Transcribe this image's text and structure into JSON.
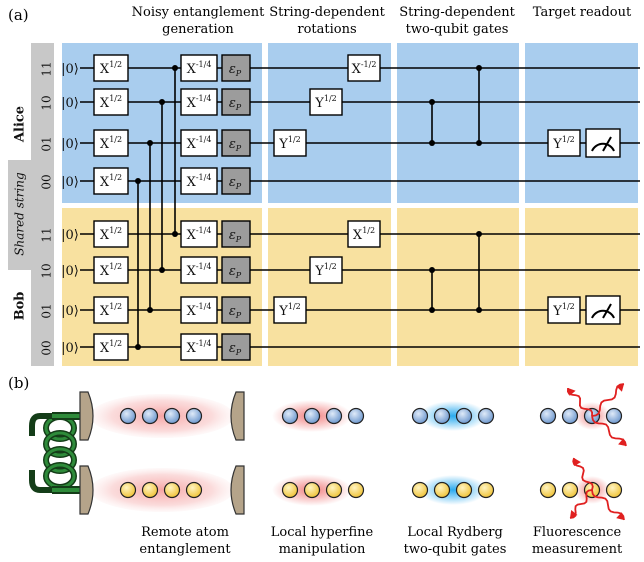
{
  "panel_a": {
    "label": "(a)",
    "stages": [
      {
        "title_line1": "Noisy entanglement",
        "title_line2": "generation"
      },
      {
        "title_line1": "String-dependent",
        "title_line2": "rotations"
      },
      {
        "title_line1": "String-dependent",
        "title_line2": "two-qubit gates"
      },
      {
        "title_line1": "Target readout",
        "title_line2": ""
      }
    ],
    "parties": {
      "alice": "Alice",
      "bob": "Bob",
      "shared": "Shared string"
    },
    "string_labels": [
      "11",
      "10",
      "01",
      "00"
    ],
    "gate_labels": {
      "ket0": "|0⟩",
      "x": "X",
      "y": "Y",
      "half": "1/2",
      "minus_quarter": "-1/4",
      "minus_half": "-1/2",
      "noise": "ε",
      "noise_sub": "P"
    },
    "colors": {
      "alice_bg": "#a9cdee",
      "bob_bg": "#f8e1a0",
      "label_bar": "#c8c8c8",
      "noise_gate": "#9c9c9c"
    }
  },
  "panel_b": {
    "label": "(b)",
    "captions": [
      {
        "line1": "Remote atom",
        "line2": "entanglement"
      },
      {
        "line1": "Local hyperfine",
        "line2": "manipulation"
      },
      {
        "line1": "Local Rydberg",
        "line2": "two-qubit gates"
      },
      {
        "line1": "Fluorescence",
        "line2": "measurement"
      }
    ],
    "colors": {
      "alice_atom": "#7fa6d6",
      "bob_atom": "#f4d24e",
      "fiber": "#2e8b3a",
      "excite_glow": "#f08080",
      "rydberg_glow": "#3fb3ee",
      "photon": "#e02020",
      "mirror": "#b5a48a"
    }
  }
}
